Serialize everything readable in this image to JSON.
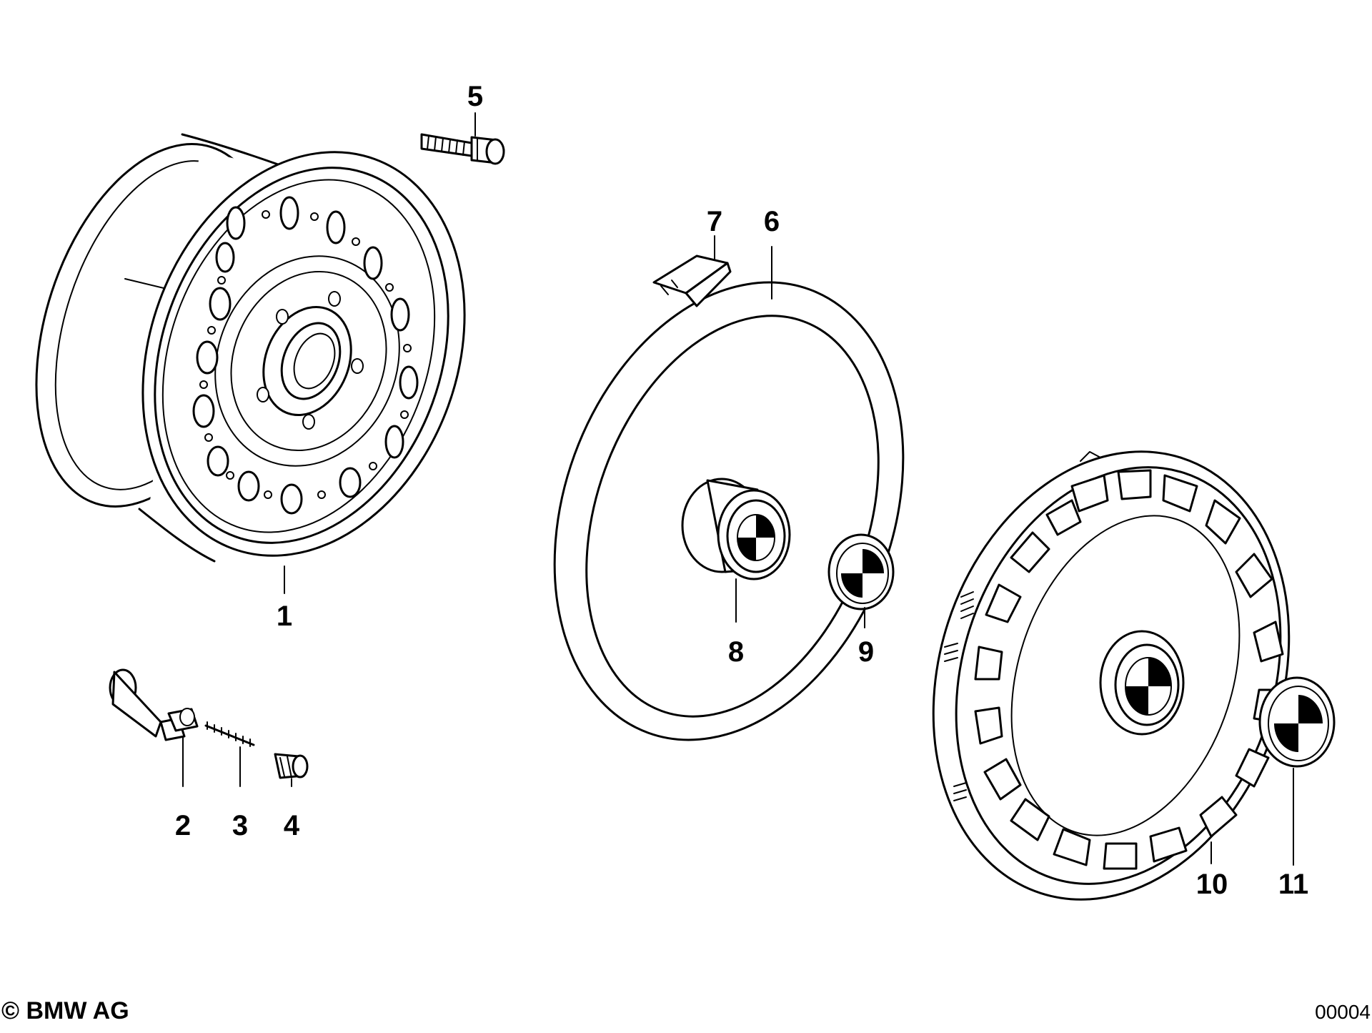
{
  "diagram": {
    "callouts": [
      {
        "id": "1"
      },
      {
        "id": "2"
      },
      {
        "id": "3"
      },
      {
        "id": "4"
      },
      {
        "id": "5"
      },
      {
        "id": "6"
      },
      {
        "id": "7"
      },
      {
        "id": "8"
      },
      {
        "id": "9"
      },
      {
        "id": "10"
      },
      {
        "id": "11"
      }
    ],
    "copyright": "© BMW AG",
    "document_number": "00004"
  }
}
